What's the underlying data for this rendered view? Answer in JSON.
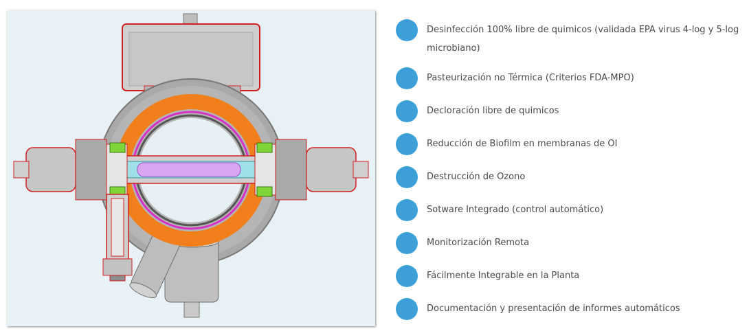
{
  "features": [
    "Desinfección 100% libre de quimicos (validada EPA virus 4-log y 5-log microbiano)",
    "Pasteurización no Térmica (Criterios FDA-MPO)",
    "Decloración libre de quimicos",
    "Reducción de Biofilm en membranas de OI",
    "Destrucción de Ozono",
    "Sotware Integrado (control automático)",
    "Monitorización Remota",
    "Fácilmente Integrable en la Planta",
    "Documentación y presentación de informes automáticos"
  ],
  "colors": {
    "bullet": "#3d9fd8",
    "text": "#4a4a4a",
    "figure_background": "#e8f1f5",
    "ring_orange": "#f07f1c",
    "outline_red": "#d42020",
    "lamp_violet": "#d9a7f2",
    "metal_grey": "#9c9c9c"
  },
  "icons": [
    "bullet-dot-icon"
  ]
}
